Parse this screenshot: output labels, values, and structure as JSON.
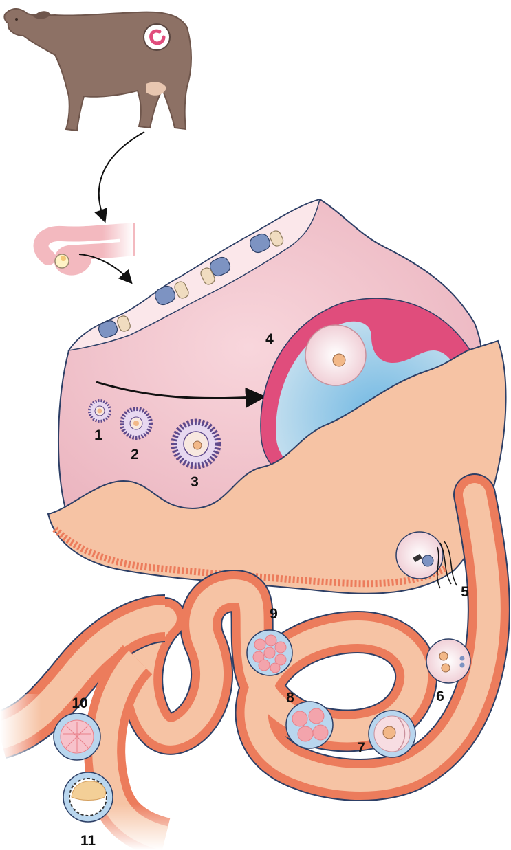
{
  "colors": {
    "cow": "#8d7165",
    "cow_dark": "#6f564c",
    "ovary": "#f4c4cc",
    "ovary_stroke": "#2d3f66",
    "follicle_wall": "#e04d7c",
    "antrum": "#a9d1e8",
    "tube_outer": "#f6c3a4",
    "tube_wall": "#ec7c5c",
    "tube_stroke": "#2d3f66",
    "vessel_blue": "#7d93c2",
    "vessel_tan": "#f0dcc0",
    "zona": "#b9d6ee",
    "cell": "#f3a4ac",
    "oocyte": "#f7dde2",
    "nucleus": "#f2b888"
  },
  "stages": [
    {
      "label": "1"
    },
    {
      "label": "2"
    },
    {
      "label": "3"
    },
    {
      "label": "4"
    },
    {
      "label": "5"
    },
    {
      "label": "6"
    },
    {
      "label": "7"
    },
    {
      "label": "8"
    },
    {
      "label": "9"
    },
    {
      "label": "10"
    },
    {
      "label": "11"
    }
  ]
}
